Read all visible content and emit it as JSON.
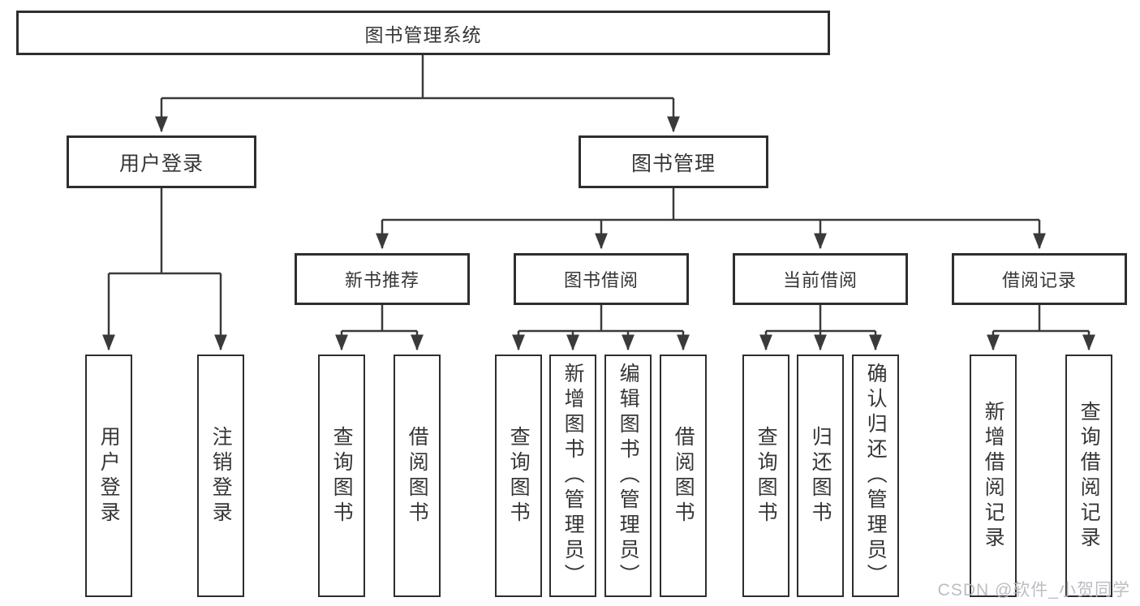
{
  "colors": {
    "line": "#3a3a3a",
    "box-border": "#2e2e2e",
    "box-bg": "#ffffff",
    "text": "#363636",
    "watermark": "#b7b8be"
  },
  "watermark": {
    "text": "CSDN @软件_小贺同学"
  },
  "tree": {
    "root": {
      "label": "图书管理系统"
    },
    "branches": [
      {
        "label": "用户登录",
        "children": [
          {
            "label": "用户登录"
          },
          {
            "label": "注销登录"
          }
        ]
      },
      {
        "label": "图书管理",
        "groups": [
          {
            "label": "新书推荐",
            "children": [
              {
                "label": "查询图书"
              },
              {
                "label": "借阅图书"
              }
            ]
          },
          {
            "label": "图书借阅",
            "children": [
              {
                "label": "查询图书"
              },
              {
                "label": "新增图书（管理员）"
              },
              {
                "label": "编辑图书（管理员）"
              },
              {
                "label": "借阅图书"
              }
            ]
          },
          {
            "label": "当前借阅",
            "children": [
              {
                "label": "查询图书"
              },
              {
                "label": "归还图书"
              },
              {
                "label": "确认归还（管理员）"
              }
            ]
          },
          {
            "label": "借阅记录",
            "children": [
              {
                "label": "新增借阅记录"
              },
              {
                "label": "查询借阅记录"
              }
            ]
          }
        ]
      }
    ]
  }
}
